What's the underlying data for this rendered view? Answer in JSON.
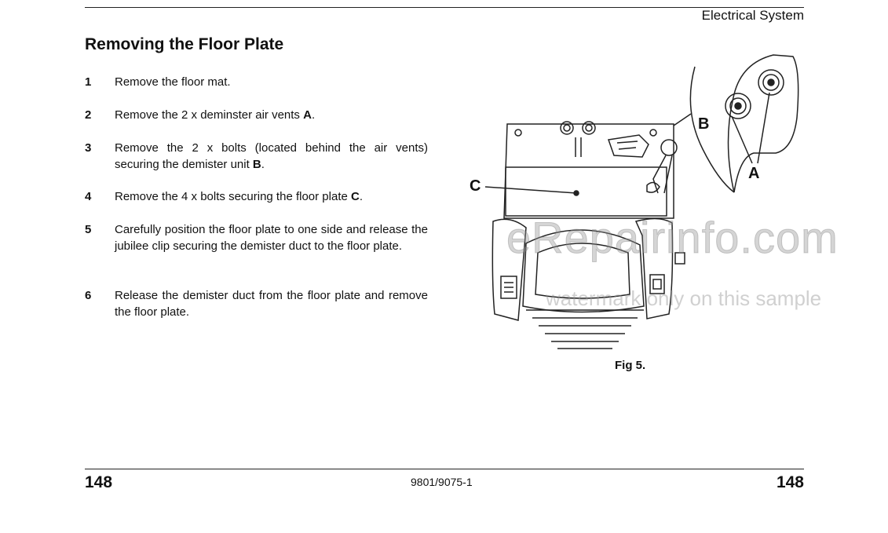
{
  "header": {
    "section": "Electrical System"
  },
  "title": "Removing the Floor Plate",
  "steps": [
    {
      "num": "1",
      "pre": "Remove the floor mat.",
      "bold": "",
      "post": ""
    },
    {
      "num": "2",
      "pre": "Remove the 2 x deminster air vents ",
      "bold": "A",
      "post": "."
    },
    {
      "num": "3",
      "pre": "Remove the 2 x bolts (located behind the air vents) securing the demister unit ",
      "bold": "B",
      "post": "."
    },
    {
      "num": "4",
      "pre": "Remove the 4 x bolts securing the floor plate ",
      "bold": "C",
      "post": "."
    },
    {
      "num": "5",
      "pre": "Carefully position the floor plate to one side and release the jubilee clip securing the demister duct to the floor plate.",
      "bold": "",
      "post": ""
    },
    {
      "num": "6",
      "pre": "Release the demister duct from the floor plate and remove the floor plate.",
      "bold": "",
      "post": ""
    }
  ],
  "figure": {
    "caption": "Fig 5.",
    "labels": {
      "a": "A",
      "b": "B",
      "c": "C"
    }
  },
  "watermark": {
    "line1": "eRepairinfo.com",
    "line2": "watermark only on this sample"
  },
  "footer": {
    "page_left": "148",
    "doc_code": "9801/9075-1",
    "page_right": "148"
  }
}
